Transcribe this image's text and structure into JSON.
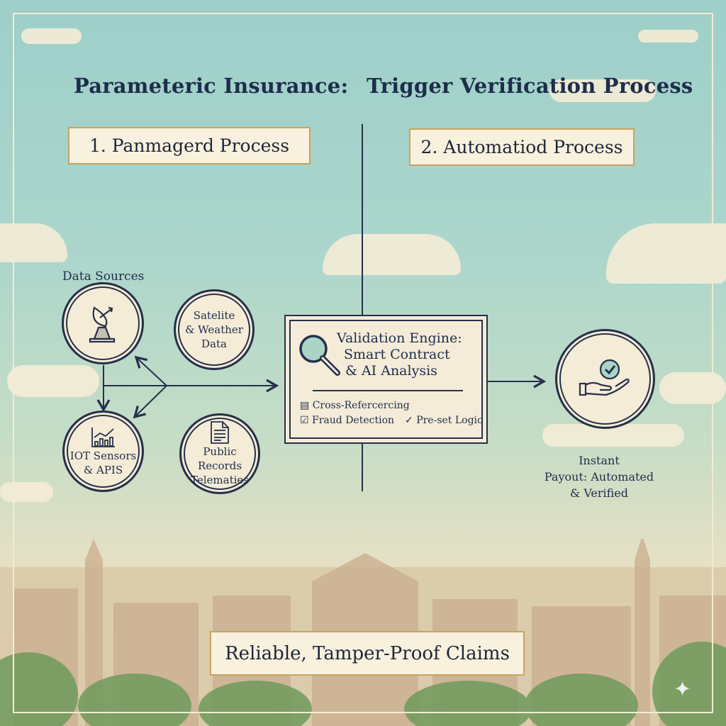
{
  "header": {
    "title_left": "Parameteric Insurance:",
    "title_right": "Trigger Verification Process"
  },
  "process_boxes": [
    {
      "label": "1. Panmagerd Process"
    },
    {
      "label": "2. Automatiod Process"
    }
  ],
  "data_sources": {
    "label": "Data Sources",
    "items": [
      {
        "icon": "satellite-dish-icon",
        "text": []
      },
      {
        "icon": "",
        "text": [
          "Satelite",
          "& Weather",
          "Data"
        ]
      },
      {
        "icon": "chart-icon",
        "text": [
          "IOT Sensors",
          "& APIS"
        ]
      },
      {
        "icon": "document-icon",
        "text": [
          "Public Records",
          "Telematies"
        ]
      }
    ]
  },
  "validation": {
    "icon": "magnifier-icon",
    "title": [
      "Validation Engine:",
      "Smart Contract",
      "& AI Analysis"
    ],
    "features": [
      "Cross-Refercercing",
      "Fraud Detection",
      "Pre-set Logic"
    ]
  },
  "payout": {
    "icon": "hand-check-icon",
    "text": [
      "Instant",
      "Payout: Automated",
      "& Verified"
    ]
  },
  "footer": {
    "label": "Reliable, Tamper-Proof Claims"
  },
  "colors": {
    "ink": "#1f2d4a",
    "cream": "#f7f0dc",
    "gold": "#c9a35e"
  }
}
